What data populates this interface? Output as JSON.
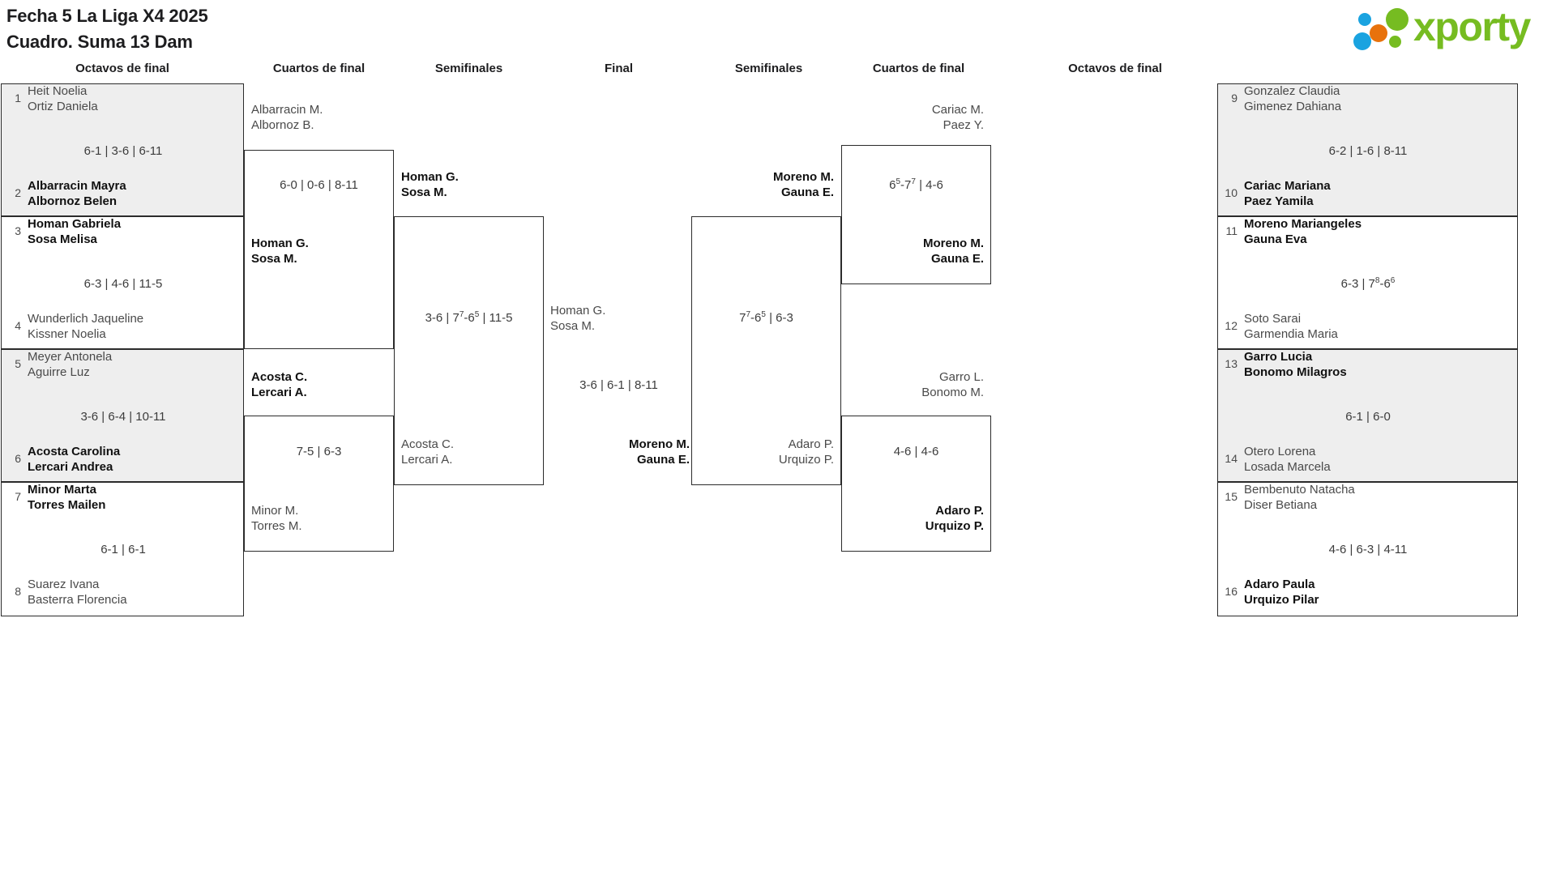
{
  "header": {
    "title_line1": "Fecha 5 La Liga X4 2025",
    "title_line2": "Cuadro. Suma 13 Dam",
    "logo_text": "xporty",
    "logo_colors": {
      "green": "#76bc21",
      "blue": "#1aa3e0",
      "orange": "#e8720c"
    }
  },
  "round_headers": {
    "left_r16": "Octavos de final",
    "left_qf": "Cuartos de final",
    "left_sf": "Semifinales",
    "final": "Final",
    "right_sf": "Semifinales",
    "right_qf": "Cuartos de final",
    "right_r16": "Octavos de final"
  },
  "left_r16": [
    {
      "shaded": true,
      "score": "6-1 | 3-6 | 6-11",
      "score_parts": [
        [
          "6",
          "1"
        ],
        [
          "3",
          "6"
        ],
        [
          "6",
          "11"
        ]
      ],
      "top": {
        "seed": "1",
        "l1": "Heit Noelia",
        "l2": "Ortiz Daniela",
        "winner": false
      },
      "bottom": {
        "seed": "2",
        "l1": "Albarracin Mayra",
        "l2": "Albornoz Belen",
        "winner": true
      }
    },
    {
      "shaded": false,
      "score": "6-3 | 4-6 | 11-5",
      "score_parts": [
        [
          "6",
          "3"
        ],
        [
          "4",
          "6"
        ],
        [
          "11",
          "5"
        ]
      ],
      "top": {
        "seed": "3",
        "l1": "Homan Gabriela",
        "l2": "Sosa Melisa",
        "winner": true
      },
      "bottom": {
        "seed": "4",
        "l1": "Wunderlich Jaqueline",
        "l2": "Kissner Noelia",
        "winner": false
      }
    },
    {
      "shaded": true,
      "score": "3-6 | 6-4 | 10-11",
      "score_parts": [
        [
          "3",
          "6"
        ],
        [
          "6",
          "4"
        ],
        [
          "10",
          "11"
        ]
      ],
      "top": {
        "seed": "5",
        "l1": "Meyer Antonela",
        "l2": "Aguirre Luz",
        "winner": false
      },
      "bottom": {
        "seed": "6",
        "l1": "Acosta Carolina",
        "l2": "Lercari Andrea",
        "winner": true
      }
    },
    {
      "shaded": false,
      "score": "6-1 | 6-1",
      "score_parts": [
        [
          "6",
          "1"
        ],
        [
          "6",
          "1"
        ]
      ],
      "top": {
        "seed": "7",
        "l1": "Minor Marta",
        "l2": "Torres Mailen",
        "winner": true
      },
      "bottom": {
        "seed": "8",
        "l1": "Suarez Ivana",
        "l2": "Basterra Florencia",
        "winner": false
      }
    }
  ],
  "right_r16": [
    {
      "shaded": true,
      "score": "6-2 | 1-6 | 8-11",
      "top": {
        "seed": "9",
        "l1": "Gonzalez Claudia",
        "l2": "Gimenez Dahiana",
        "winner": false
      },
      "bottom": {
        "seed": "10",
        "l1": "Cariac Mariana",
        "l2": "Paez Yamila",
        "winner": true
      }
    },
    {
      "shaded": false,
      "score": "6-3 | 7<sup>8</sup>-6<sup>6</sup>",
      "top": {
        "seed": "11",
        "l1": "Moreno Mariangeles",
        "l2": "Gauna Eva",
        "winner": true
      },
      "bottom": {
        "seed": "12",
        "l1": "Soto Sarai",
        "l2": "Garmendia Maria",
        "winner": false
      }
    },
    {
      "shaded": true,
      "score": "6-1 | 6-0",
      "top": {
        "seed": "13",
        "l1": "Garro Lucia",
        "l2": "Bonomo Milagros",
        "winner": true
      },
      "bottom": {
        "seed": "14",
        "l1": "Otero Lorena",
        "l2": "Losada Marcela",
        "winner": false
      }
    },
    {
      "shaded": false,
      "score": "4-6 | 6-3 | 4-11",
      "top": {
        "seed": "15",
        "l1": "Bembenuto Natacha",
        "l2": "Diser Betiana",
        "winner": false
      },
      "bottom": {
        "seed": "16",
        "l1": "Adaro Paula",
        "l2": "Urquizo Pilar",
        "winner": true
      }
    }
  ],
  "left_qf": [
    {
      "score": "6-0 | 0-6 | 8-11",
      "top": {
        "l1": "Albarracin M.",
        "l2": "Albornoz B.",
        "winner": false
      },
      "bottom": {
        "l1": "Homan G.",
        "l2": "Sosa M.",
        "winner": true
      }
    },
    {
      "score": "7-5 | 6-3",
      "top": {
        "l1": "Acosta C.",
        "l2": "Lercari A.",
        "winner": true
      },
      "bottom": {
        "l1": "Minor M.",
        "l2": "Torres M.",
        "winner": false
      }
    }
  ],
  "right_qf": [
    {
      "score": "6<sup>5</sup>-7<sup>7</sup> | 4-6",
      "top": {
        "l1": "Cariac M.",
        "l2": "Paez Y.",
        "winner": false
      },
      "bottom": {
        "l1": "Moreno M.",
        "l2": "Gauna E.",
        "winner": true
      }
    },
    {
      "score": "4-6 | 4-6",
      "top": {
        "l1": "Garro L.",
        "l2": "Bonomo M.",
        "winner": false
      },
      "bottom": {
        "l1": "Adaro P.",
        "l2": "Urquizo P.",
        "winner": true
      }
    }
  ],
  "left_sf": {
    "score": "3-6 | 7<sup>7</sup>-6<sup>5</sup> | 11-5",
    "top": {
      "l1": "Homan G.",
      "l2": "Sosa M.",
      "winner": true
    },
    "bottom": {
      "l1": "Acosta C.",
      "l2": "Lercari A.",
      "winner": false
    }
  },
  "right_sf": {
    "score": "7<sup>7</sup>-6<sup>5</sup> | 6-3",
    "top": {
      "l1": "Moreno M.",
      "l2": "Gauna E.",
      "winner": true
    },
    "bottom": {
      "l1": "Adaro P.",
      "l2": "Urquizo P.",
      "winner": false
    }
  },
  "final": {
    "score": "3-6 | 6-1 | 8-11",
    "top": {
      "l1": "Homan G.",
      "l2": "Sosa M.",
      "winner": false
    },
    "bottom": {
      "l1": "Moreno M.",
      "l2": "Gauna E.",
      "winner": true
    }
  }
}
